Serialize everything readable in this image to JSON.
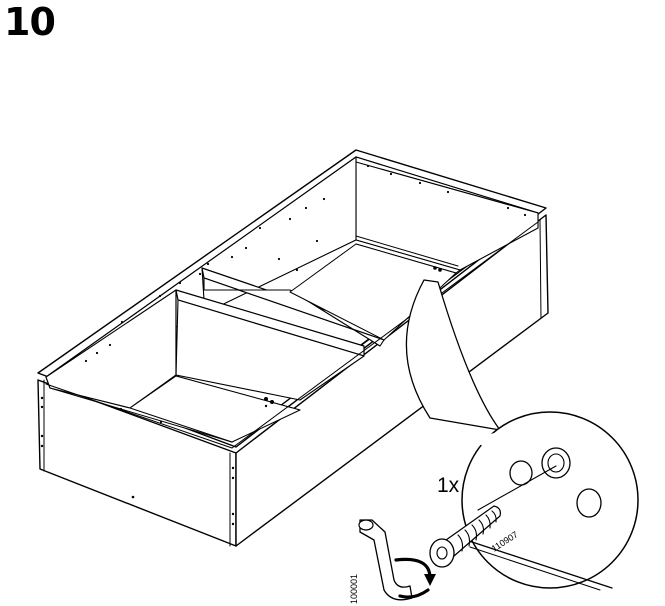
{
  "step": {
    "number": "10"
  },
  "callout": {
    "quantity": "1x",
    "part_number": "110907"
  },
  "tool": {
    "part_number": "100001"
  },
  "icons": {
    "frame": "open-cabinet-frame",
    "zoom": "magnifier-callout",
    "fastener": "cam-lock-dowel",
    "tool": "allen-key",
    "rotation": "clockwise-rotation-arrow"
  }
}
